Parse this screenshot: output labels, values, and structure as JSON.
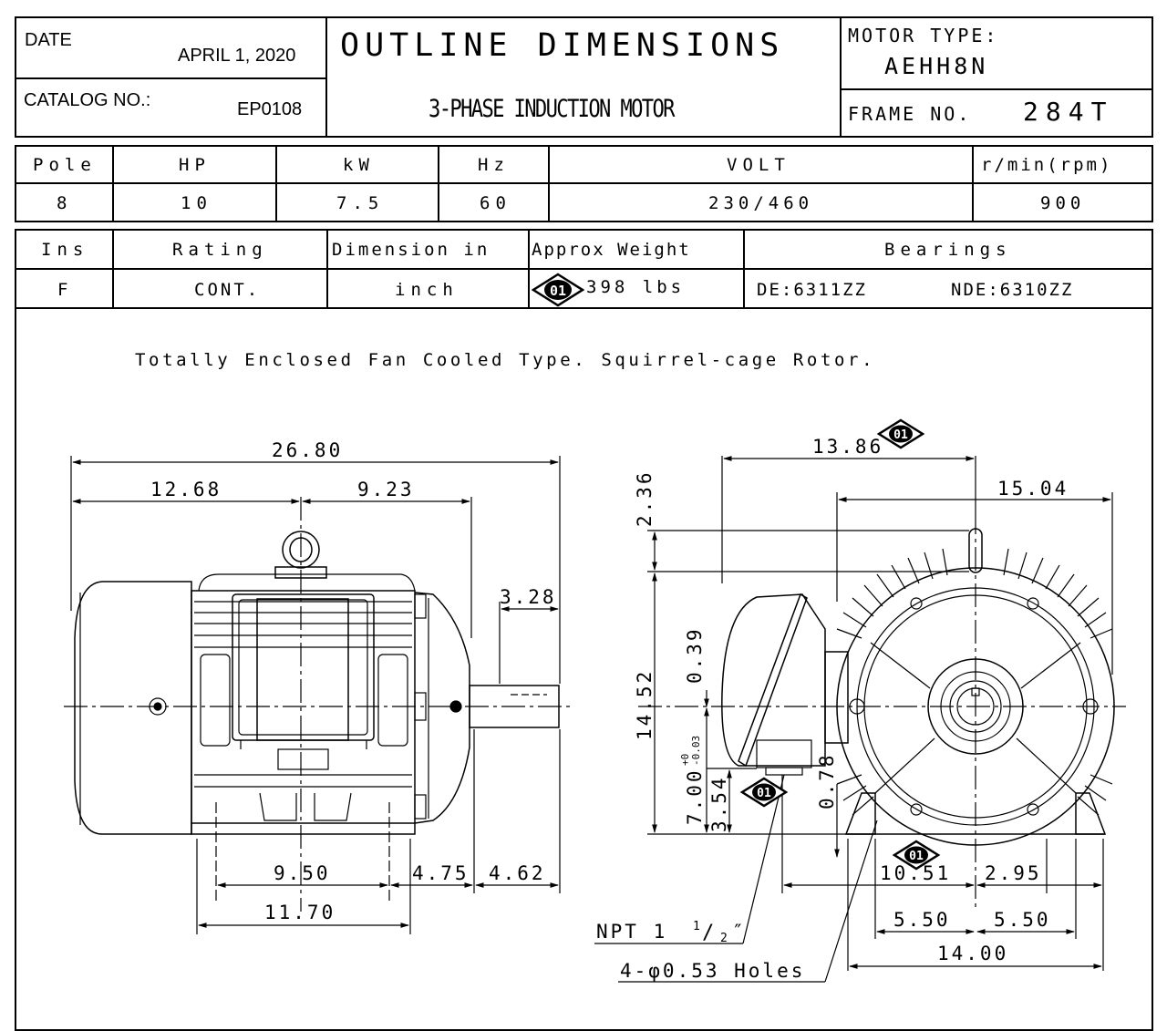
{
  "header": {
    "date_label": "DATE",
    "date_value": "APRIL 1, 2020",
    "catalog_label": "CATALOG NO.:",
    "catalog_value": "EP0108",
    "title": "OUTLINE  DIMENSIONS",
    "subtitle": "3-PHASE INDUCTION MOTOR",
    "motor_type_label": "MOTOR TYPE:",
    "motor_type_value": "AEHH8N",
    "frame_label": "FRAME NO.",
    "frame_value": "284T"
  },
  "spec_table_1": {
    "headers": [
      "Pole",
      "HP",
      "kW",
      "Hz",
      "VOLT",
      "r/min(rpm)"
    ],
    "values": [
      "8",
      "10",
      "7.5",
      "60",
      "230/460",
      "900"
    ]
  },
  "spec_table_2": {
    "headers": [
      "Ins",
      "Rating",
      "Dimension in",
      "Approx Weight",
      "Bearings"
    ],
    "values": {
      "ins": "F",
      "rating": "CONT.",
      "dimension": "inch",
      "weight_badge": "01",
      "weight": "398 lbs",
      "bearing_de": "DE:6311ZZ",
      "bearing_nde": "NDE:6310ZZ"
    }
  },
  "drawing": {
    "description": "Totally Enclosed Fan Cooled Type. Squirrel-cage Rotor.",
    "side_view": {
      "overall_length": "26.80",
      "fan_end_to_center": "12.68",
      "center_to_end": "9.23",
      "shaft_length": "3.28",
      "foot_spacing": "9.50",
      "foot_length": "11.70",
      "foot_to_shoulder": "4.75",
      "shoulder_to_end": "4.62"
    },
    "front_view": {
      "box_width": "13.86",
      "half_width": "15.04",
      "eye_height": "2.36",
      "overall_height": "14.52",
      "shaft_offset": "0.39",
      "center_height": "7.00",
      "center_height_tol_upper": "+0",
      "center_height_tol_lower": "-0.03",
      "foot_height": "3.54",
      "conduit_offset": "0.78",
      "conduit_badge": "01",
      "dim_badge": "01",
      "foot_badge": "01",
      "box_offset": "10.51",
      "half_foot": "2.95",
      "bolt_left": "5.50",
      "bolt_right": "5.50",
      "bolt_total": "14.00",
      "conduit_label": "NPT 1",
      "conduit_fraction_num": "1",
      "conduit_fraction_den": "2",
      "holes_label": "4-φ0.53 Holes"
    }
  }
}
